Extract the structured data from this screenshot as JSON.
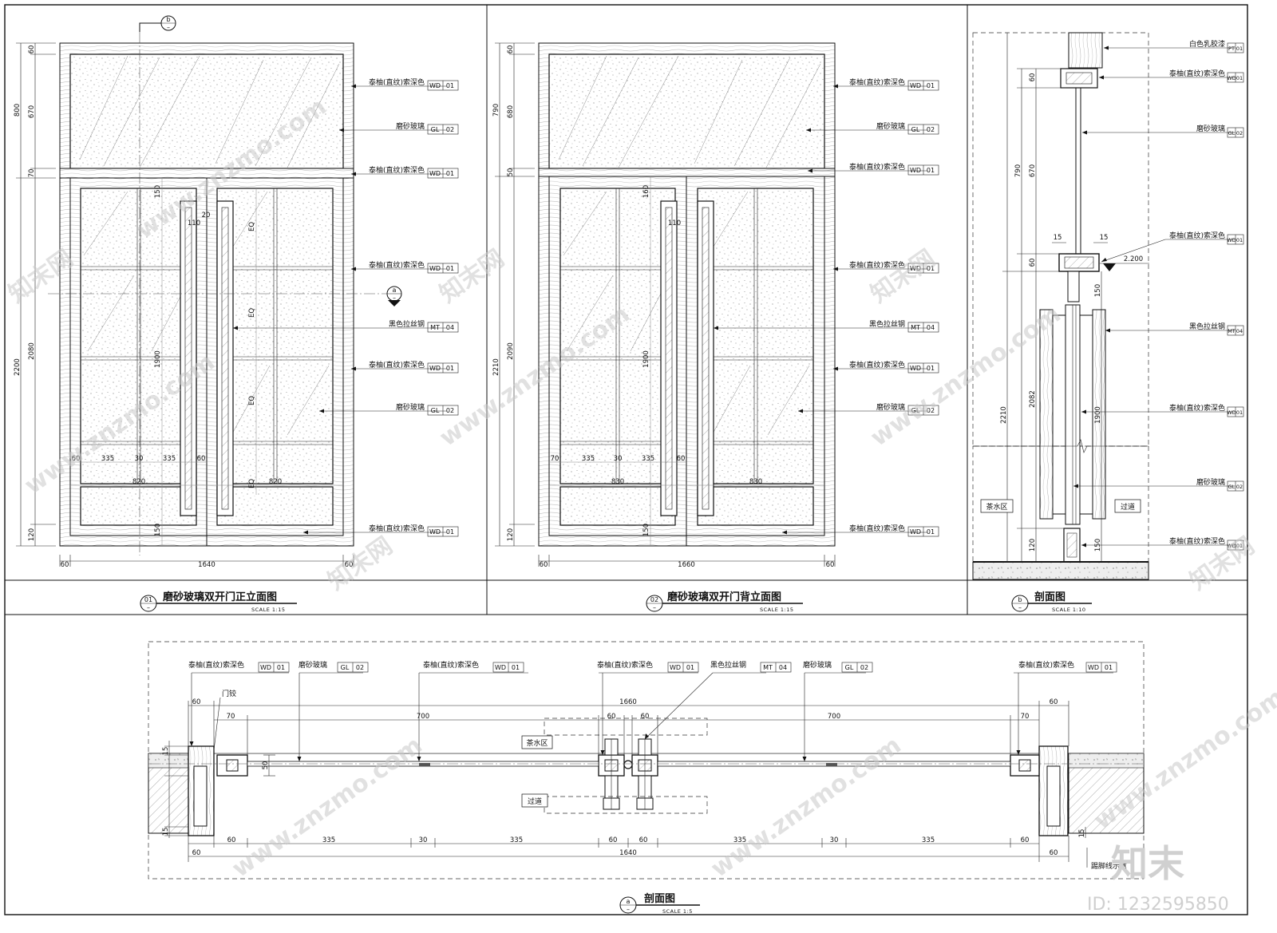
{
  "sheet": {
    "panel_titles": [
      {
        "num": "01",
        "sub": "–",
        "title": "磨砂玻璃双开门正立面图",
        "scale": "SCALE 1:15"
      },
      {
        "num": "02",
        "sub": "–",
        "title": "磨砂玻璃双开门背立面图",
        "scale": "SCALE 1:15"
      },
      {
        "num": "b",
        "sub": "–",
        "title": "剖面图",
        "scale": "SCALE 1:10"
      },
      {
        "num": "a",
        "sub": "–",
        "title": "剖面图",
        "scale": "SCALE 1:5"
      }
    ],
    "section_marks": {
      "b": "b",
      "a": "a",
      "dash": "–"
    }
  },
  "materials": {
    "wood": {
      "name": "泰柚(直纹)索深色",
      "code": "WD",
      "num": "01"
    },
    "glass": {
      "name": "磨砂玻璃",
      "code": "GL",
      "num": "02"
    },
    "steel": {
      "name": "黑色拉丝钢",
      "code": "MT",
      "num": "04"
    },
    "paint": {
      "name": "白色乳胶漆",
      "code": "PT",
      "num": "01"
    }
  },
  "elevation_front": {
    "vertical_dims": [
      "60",
      "670",
      "70",
      "800",
      "2080",
      "2200",
      "120"
    ],
    "inner_dims": [
      "150",
      "1900",
      "150",
      "110",
      "20"
    ],
    "eq": [
      "EQ",
      "EQ",
      "EQ",
      "EQ"
    ],
    "horizontal_dims": [
      "60",
      "335",
      "30",
      "335",
      "60",
      "820",
      "820"
    ],
    "bottom_dims": [
      "60",
      "1640",
      "60"
    ]
  },
  "elevation_back": {
    "vertical_dims": [
      "60",
      "680",
      "50",
      "790",
      "2090",
      "2210",
      "120"
    ],
    "inner_dims": [
      "160",
      "1900",
      "150",
      "110"
    ],
    "horizontal_dims": [
      "70",
      "335",
      "30",
      "335",
      "60",
      "830",
      "830"
    ],
    "bottom_dims": [
      "60",
      "1660",
      "60"
    ]
  },
  "section_b": {
    "dims": [
      "60",
      "670",
      "790",
      "15",
      "15",
      "60",
      "150",
      "2082",
      "2210",
      "1900",
      "120",
      "150"
    ],
    "level": "2.200",
    "zones": [
      "茶水区",
      "过道"
    ]
  },
  "section_a": {
    "hinge": "门铰",
    "top_dims": [
      "60",
      "1660",
      "60",
      "70",
      "700",
      "60",
      "60",
      "700",
      "70"
    ],
    "bottom_dims": [
      "60",
      "335",
      "30",
      "335",
      "60",
      "60",
      "335",
      "30",
      "335",
      "60"
    ],
    "overall": [
      "60",
      "1640",
      "60"
    ],
    "side_dims": [
      "15",
      "50",
      "15",
      "15"
    ],
    "zones": [
      "茶水区",
      "过道"
    ],
    "skirting": "踢脚线示意"
  },
  "watermark": {
    "site": "www.znzmo.com",
    "brand_cn": "知末网",
    "logo": "知末",
    "id": "ID: 1232595850"
  }
}
